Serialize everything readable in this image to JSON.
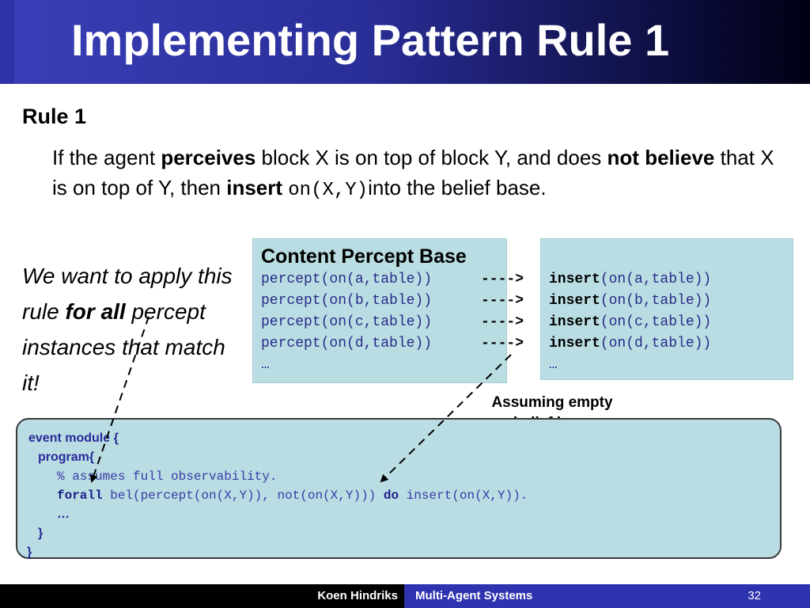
{
  "slide": {
    "title": "Implementing Pattern Rule 1",
    "rule_heading": "Rule 1",
    "rule_text": {
      "p1": "If the agent ",
      "b1": "perceives",
      "p2": " block X is on top of block Y, and does ",
      "b2": "not believe",
      "p3": " that X is on top of Y, then ",
      "b3": "insert",
      "p4": " ",
      "code": "on(X,Y)",
      "p5": "into the belief base."
    },
    "side_note": {
      "p1": "We want to apply this rule ",
      "b1": "for all",
      "p2": " percept instances that match it!"
    }
  },
  "percept_box": {
    "title": "Content Percept Base",
    "lines": [
      "percept(on(a,table))",
      "percept(on(b,table))",
      "percept(on(c,table))",
      "percept(on(d,table))",
      "…"
    ]
  },
  "arrows": [
    "---->",
    "---->",
    "---->",
    "---->"
  ],
  "insert_box": {
    "keyword": "insert",
    "lines": [
      "(on(a,table))",
      "(on(b,table))",
      "(on(c,table))",
      "(on(d,table))"
    ],
    "ellipsis": "…"
  },
  "assume_note": "Assuming empty belief base",
  "code": {
    "line1": "event module {",
    "line2": "program{",
    "line3": "% assumes full observability.",
    "forall_kw": "forall",
    "forall_cond": " bel(percept(on(X,Y)), not(on(X,Y))) ",
    "do_kw": "do",
    "do_action": " insert(on(X,Y)).",
    "line5": "…",
    "line6": "}",
    "line7": "}"
  },
  "footer": {
    "author": "Koen Hindriks",
    "course": "Multi-Agent Systems",
    "page": "32"
  }
}
